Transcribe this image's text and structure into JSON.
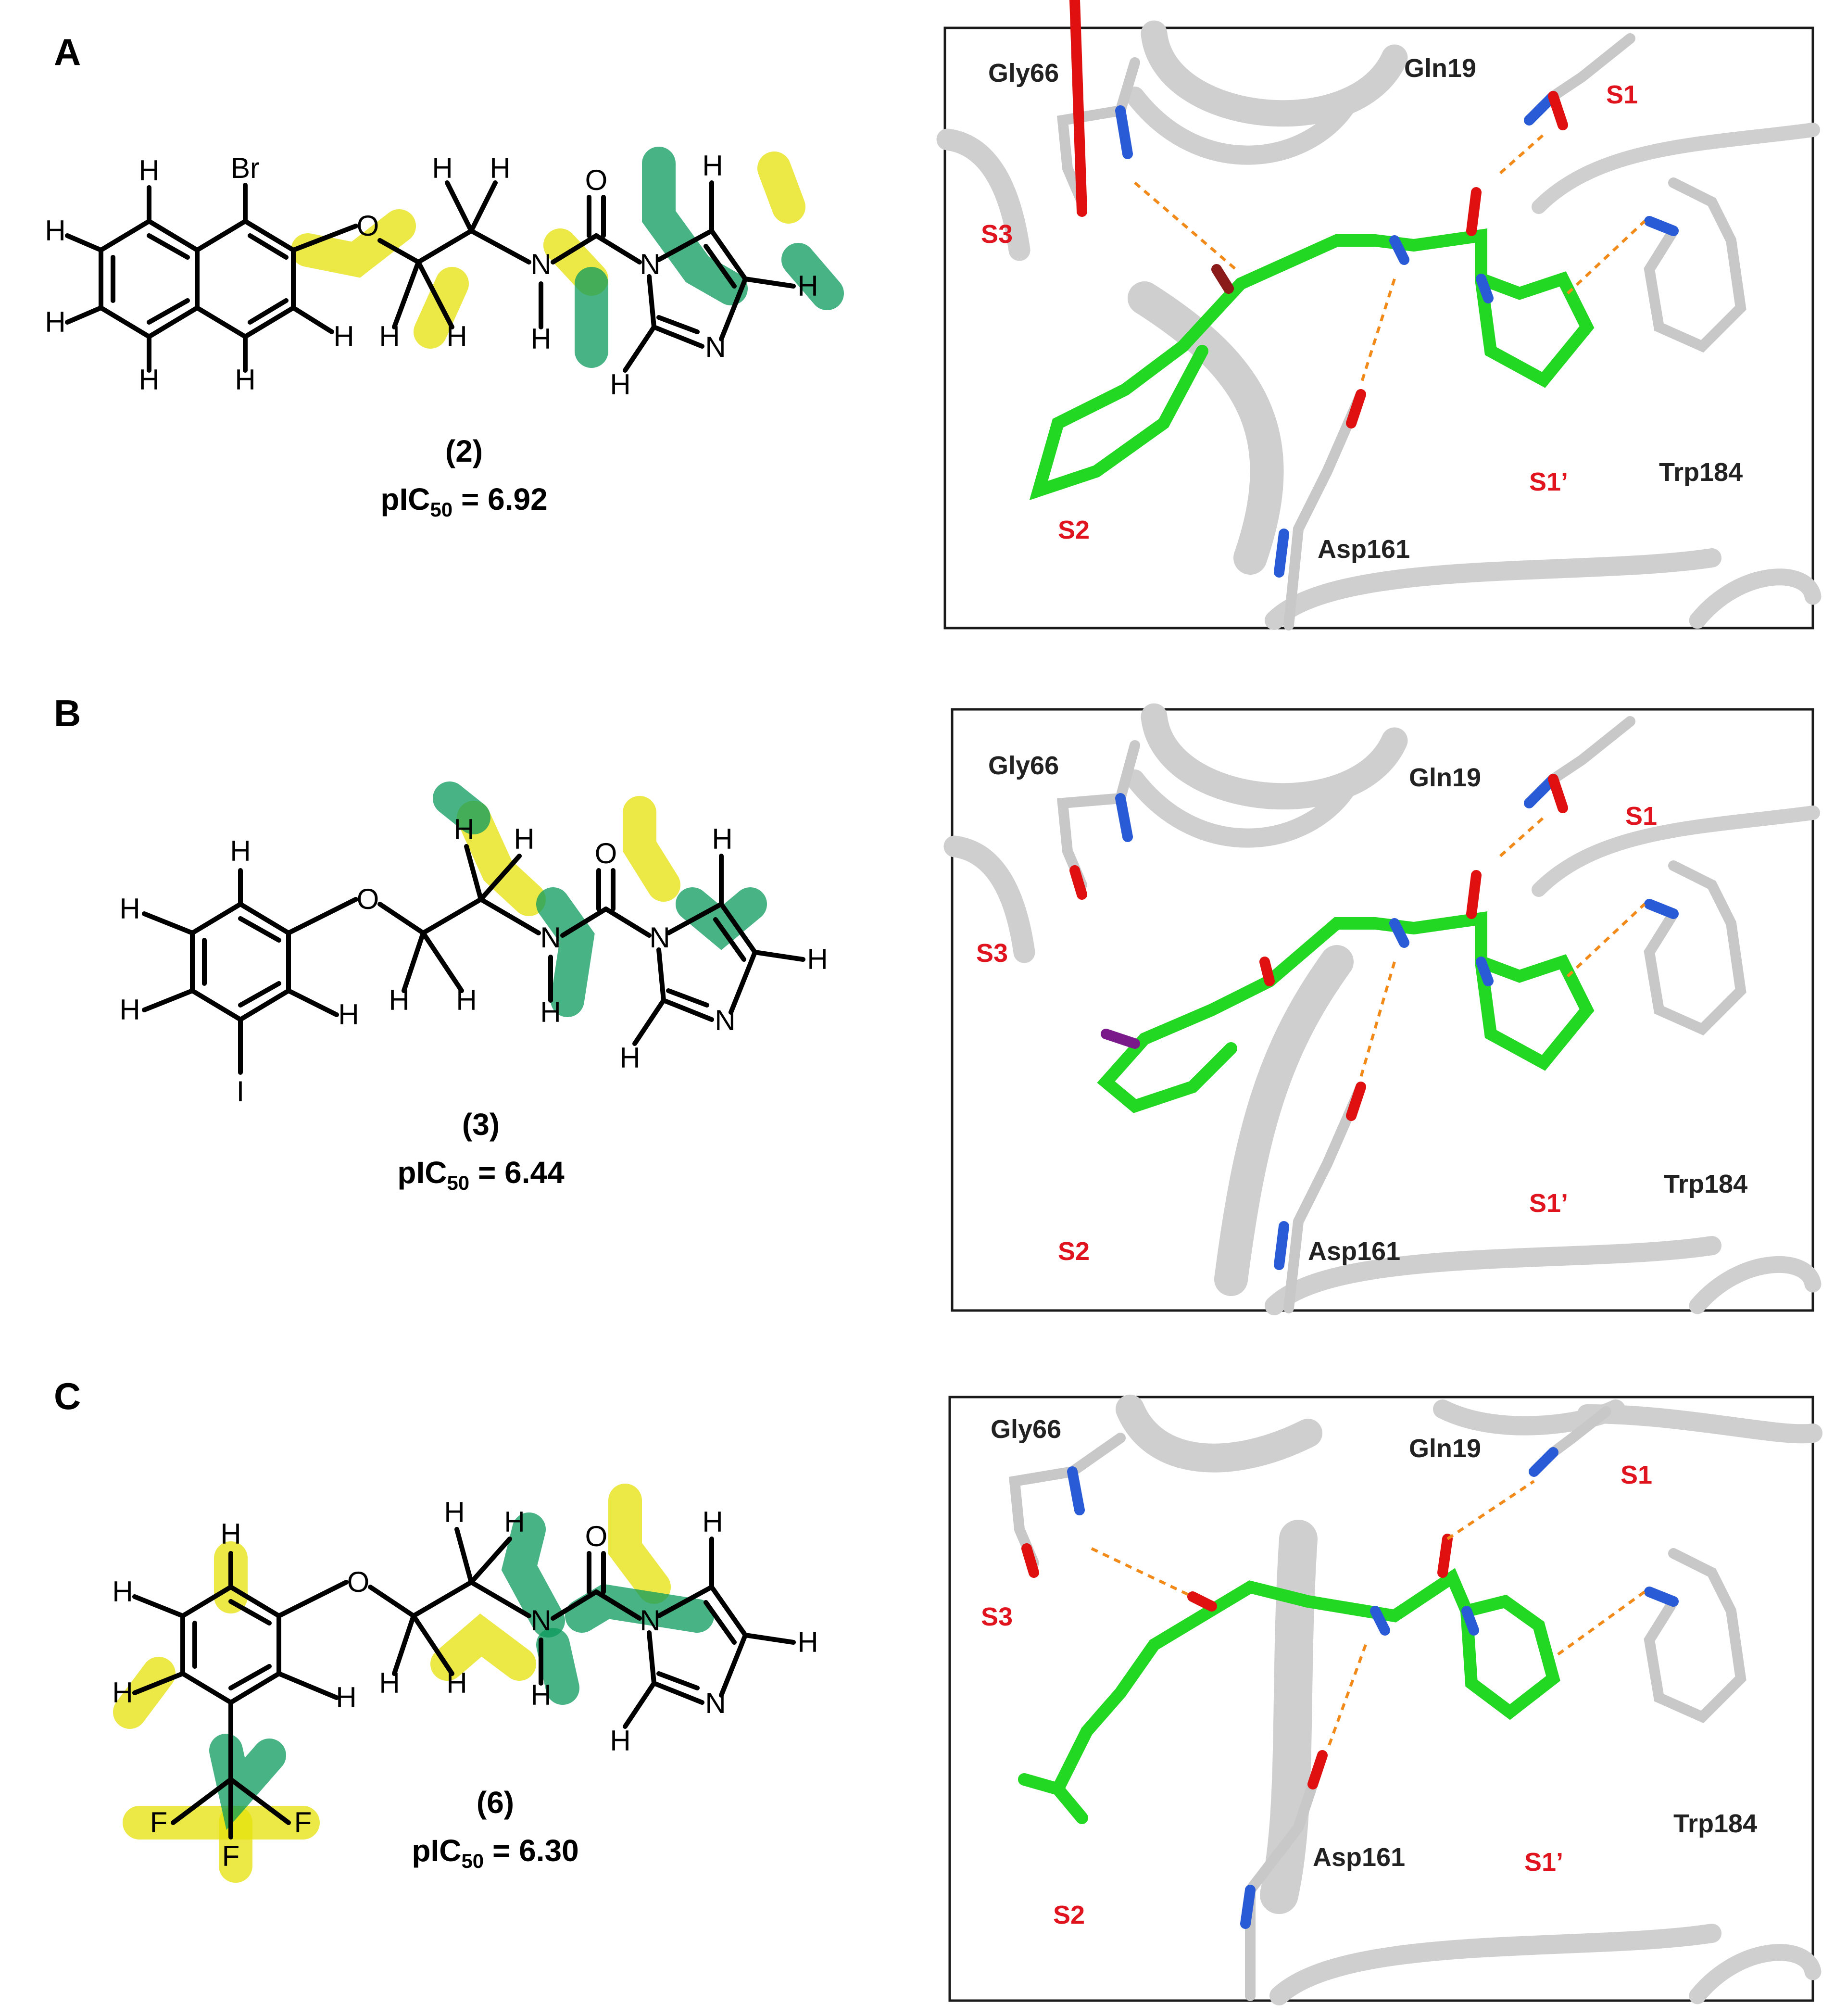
{
  "panels": [
    {
      "letter": "A",
      "compound": "(2)",
      "pic50_prefix": "pIC",
      "pic50_sub": "50",
      "pic50_value": " = 6.92",
      "halogen": "Br",
      "labels": {
        "res1": "Gly66",
        "res2": "Gln19",
        "res3": "Trp184",
        "res4": "Asp161",
        "s3": "S3",
        "s1": "S1",
        "s1p": "S1’",
        "s2": "S2"
      }
    },
    {
      "letter": "B",
      "compound": "(3)",
      "pic50_prefix": "pIC",
      "pic50_sub": "50",
      "pic50_value": " = 6.44",
      "halogen": "I",
      "labels": {
        "res1": "Gly66",
        "res2": "Gln19",
        "res3": "Trp184",
        "res4": "Asp161",
        "s3": "S3",
        "s1": "S1",
        "s1p": "S1’",
        "s2": "S2"
      }
    },
    {
      "letter": "C",
      "compound": "(6)",
      "pic50_prefix": "pIC",
      "pic50_sub": "50",
      "pic50_value": " = 6.30",
      "halogen": "F",
      "labels": {
        "res1": "Gly66",
        "res2": "Gln19",
        "res3": "Trp184",
        "res4": "Asp161",
        "s3": "S3",
        "s1": "S1",
        "s1p": "S1’",
        "s2": "S2"
      }
    }
  ],
  "atoms": {
    "H": "H",
    "O": "O",
    "N": "N"
  },
  "colors": {
    "highlight_yellow": "#e6e20a",
    "highlight_green": "#0b9a5c",
    "ligand_carbon": "#22d822",
    "protein_carbon": "#c8c8c8",
    "nitrogen": "#2a5bd7",
    "oxygen": "#e01010",
    "hbond": "#f28a1a",
    "site_label": "#e0141e"
  }
}
